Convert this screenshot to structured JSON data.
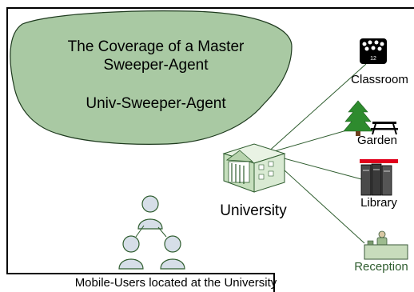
{
  "cloud": {
    "title_line1": "The Coverage of a Master",
    "title_line2": "Sweeper-Agent",
    "agent_name": "Univ-Sweeper-Agent",
    "fill_color": "#a9c9a3",
    "stroke_color": "#1e3a1e"
  },
  "hub": {
    "label": "University",
    "icon": "university-building-icon"
  },
  "locations": [
    {
      "label": "Classroom",
      "icon": "classroom-icon",
      "badge": "12"
    },
    {
      "label": "Garden",
      "icon": "tree-picnic-table-icon"
    },
    {
      "label": "Library",
      "icon": "books-icon",
      "accent": "#e0001b"
    },
    {
      "label": "Reception",
      "icon": "reception-desk-icon",
      "label_color": "#2f5d2f"
    }
  ],
  "users": {
    "label": "Mobile-Users located at the University",
    "icon": "user-icon",
    "count": 3
  },
  "colors": {
    "link_line": "#2f5d2f",
    "building_fill": "#d9ead3",
    "user_fill": "#d6dee8"
  }
}
